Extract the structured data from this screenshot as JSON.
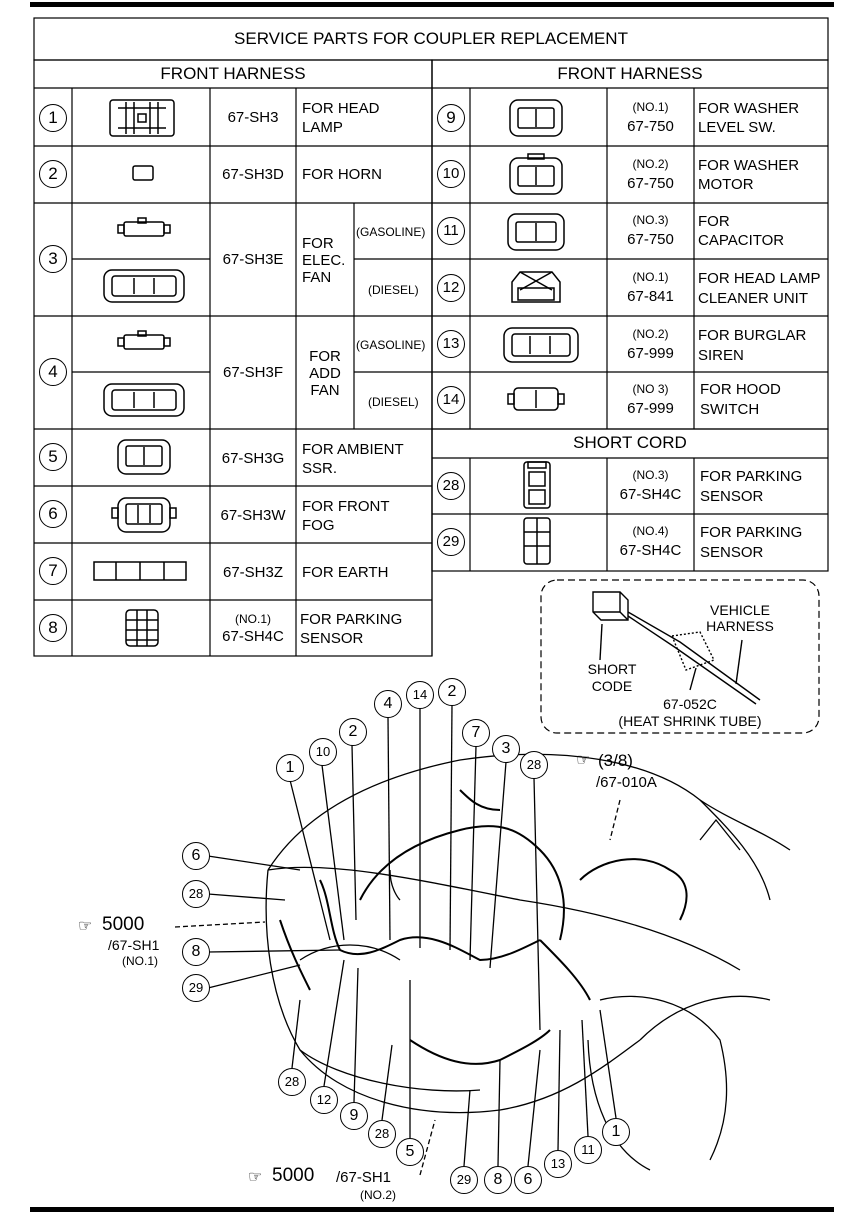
{
  "title": "SERVICE PARTS FOR COUPLER REPLACEMENT",
  "left_header": "FRONT HARNESS",
  "right_header": "FRONT HARNESS",
  "short_cord_header": "SHORT CORD",
  "left_rows": [
    {
      "no": "1",
      "part": "67-SH3",
      "desc1": "FOR HEAD",
      "desc2": "LAMP"
    },
    {
      "no": "2",
      "part": "67-SH3D",
      "desc1": "FOR HORN",
      "desc2": ""
    },
    {
      "no": "3",
      "part": "67-SH3E",
      "desc1": "FOR",
      "desc2": "ELEC.",
      "desc3": "FAN",
      "opt1": "(GASOLINE)",
      "opt2": "(DIESEL)"
    },
    {
      "no": "4",
      "part": "67-SH3F",
      "desc1": "FOR",
      "desc2": "ADD",
      "desc3": "FAN",
      "opt1": "(GASOLINE)",
      "opt2": "(DIESEL)"
    },
    {
      "no": "5",
      "part": "67-SH3G",
      "desc1": "FOR AMBIENT",
      "desc2": "SSR."
    },
    {
      "no": "6",
      "part": "67-SH3W",
      "desc1": "FOR FRONT",
      "desc2": "FOG"
    },
    {
      "no": "7",
      "part": "67-SH3Z",
      "desc1": "FOR EARTH",
      "desc2": ""
    },
    {
      "no": "8",
      "sub": "(NO.1)",
      "part": "67-SH4C",
      "desc1": "FOR PARKING",
      "desc2": "SENSOR"
    }
  ],
  "right_rows": [
    {
      "no": "9",
      "sub": "(NO.1)",
      "part": "67-750",
      "desc1": "FOR WASHER",
      "desc2": "LEVEL SW."
    },
    {
      "no": "10",
      "sub": "(NO.2)",
      "part": "67-750",
      "desc1": "FOR WASHER",
      "desc2": "MOTOR"
    },
    {
      "no": "11",
      "sub": "(NO.3)",
      "part": "67-750",
      "desc1": "FOR",
      "desc2": "CAPACITOR"
    },
    {
      "no": "12",
      "sub": "(NO.1)",
      "part": "67-841",
      "desc1": "FOR HEAD LAMP",
      "desc2": "CLEANER UNIT"
    },
    {
      "no": "13",
      "sub": "(NO.2)",
      "part": "67-999",
      "desc1": "FOR BURGLAR",
      "desc2": "SIREN"
    },
    {
      "no": "14",
      "sub": "(NO 3)",
      "part": "67-999",
      "desc1": "FOR HOOD",
      "desc2": "SWITCH"
    }
  ],
  "short_rows": [
    {
      "no": "28",
      "sub": "(NO.3)",
      "part": "67-SH4C",
      "desc1": "FOR PARKING",
      "desc2": "SENSOR"
    },
    {
      "no": "29",
      "sub": "(NO.4)",
      "part": "67-SH4C",
      "desc1": "FOR PARKING",
      "desc2": "SENSOR"
    }
  ],
  "inset": {
    "vehicle1": "VEHICLE",
    "vehicle2": "HARNESS",
    "short1": "SHORT",
    "short2": "CODE",
    "part": "67-052C",
    "tube": "(HEAT SHRINK TUBE)"
  },
  "refs": {
    "top_right_a": "(3/8)",
    "top_right_b": "/67-010A",
    "left_a": "5000",
    "left_b": "/67-SH1",
    "left_c": "(NO.1)",
    "bottom_a": "5000",
    "bottom_b": "/67-SH1",
    "bottom_c": "(NO.2)"
  },
  "callouts": {
    "c1a": "1",
    "c10": "10",
    "c2a": "2",
    "c4": "4",
    "c14": "14",
    "c2b": "2",
    "c7": "7",
    "c3": "3",
    "c28a": "28",
    "c6a": "6",
    "c28b": "28",
    "c8a": "8",
    "c29a": "29",
    "c28c": "28",
    "c12": "12",
    "c9": "9",
    "c28d": "28",
    "c5": "5",
    "c29b": "29",
    "c8b": "8",
    "c6b": "6",
    "c13": "13",
    "c11": "11",
    "c1b": "1"
  }
}
